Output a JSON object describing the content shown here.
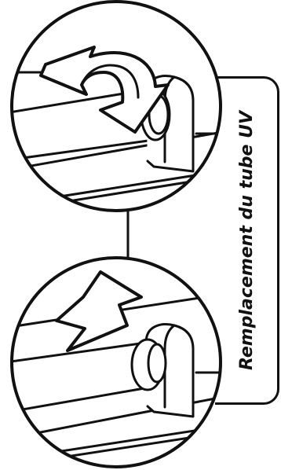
{
  "diagram": {
    "label": "Remplacement du tube UV",
    "steps": [
      {
        "name": "step-rotate",
        "arrow": "curved-arrow-icon"
      },
      {
        "name": "step-lift",
        "arrow": "up-arrow-icon"
      }
    ],
    "line_color": "#111111",
    "background": "#ffffff"
  }
}
